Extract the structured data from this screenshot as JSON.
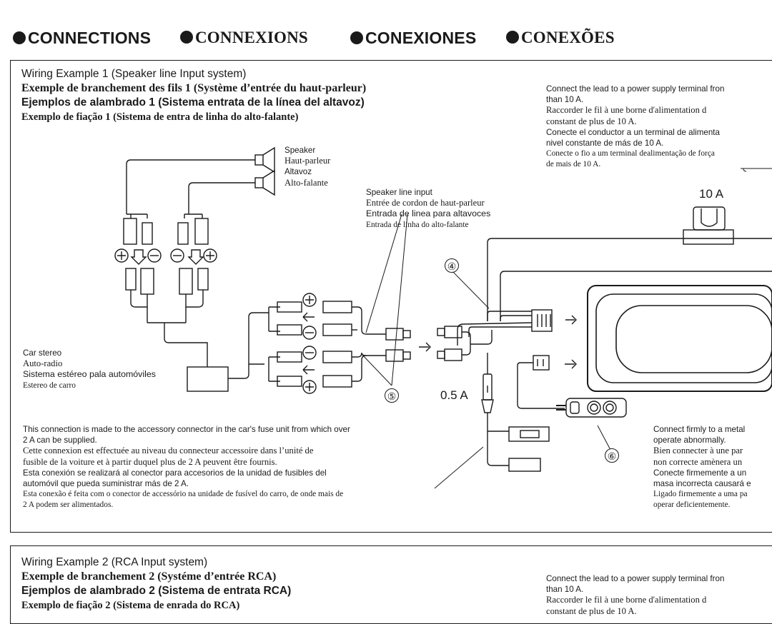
{
  "headings": [
    "CONNECTIONS",
    "CONNEXIONS",
    "CONEXIONES",
    "CONEXÕES"
  ],
  "example1": {
    "titles": [
      "Wiring Example 1 (Speaker line Input system)",
      "Exemple de branchement des fils 1 (Système d’entrée du haut-parleur)",
      "Ejemplos de alambrado 1 (Sistema entrata de la línea del altavoz)",
      "Exemplo de fiação 1 (Sistema de entra de linha do alto-falante)"
    ],
    "speaker_labels": [
      "Speaker",
      "Haut-parleur",
      "Altavoz",
      "Alto-falante"
    ],
    "speaker_line_input": [
      "Speaker line input",
      "Entrée de cordon de haut-parleur",
      "Entrada de linea para altavoces",
      "Entrada de linha do alto-falante"
    ],
    "car_stereo": [
      "Car stereo",
      "Auto-radio",
      "Sistema estéreo pala automóviles",
      "Estereo de carro"
    ],
    "power_note": [
      "Connect the lead to a power supply terminal fron",
      "than 10 A.",
      "Raccorder le fil à une borne d'alimentation d",
      "constant de plus de 10 A.",
      "Conecte el conductor a un terminal de alimenta",
      "nivel constante de más de 10 A.",
      "Conecte o fio a um terminal dealimentação de força",
      "de mais de 10 A."
    ],
    "fuse_10a": "10 A",
    "fuse_05a": "0.5 A",
    "accessory_note": [
      "This connection is made to the accessory  connector in the car's fuse unit from which over",
      "2 A can be supplied.",
      "Cette connexion est effectuée au niveau du connecteur accessoire dans l’unité de",
      "fusible de la voiture et à partir duquel plus de 2 A peuvent être fournis.",
      "Esta conexión se realizará al conector para accesorios de la unidad de fusibles del",
      "automóvil que pueda suministrar más de 2 A.",
      "Esta conexão é feita com o conector de accessório na unidade de fusível do carro, de onde mais de",
      "2 A podem ser alimentados."
    ],
    "ground_note": [
      "Connect firmly to a metal",
      "operate abnormally.",
      "Bien connecter à une par",
      "non correcte amènera un",
      "Conecte firmemente a un",
      "masa incorrecta causará e",
      "Ligado firmemente a uma pa",
      "operar deficientemente."
    ],
    "callouts": [
      "④",
      "⑤",
      "⑥"
    ]
  },
  "example2": {
    "titles": [
      "Wiring Example 2 (RCA  Input system)",
      "Exemple de branchement 2 (Systéme d’entrée  RCA)",
      "Ejemplos de alambrado 2 (Sistema de entrata   RCA)",
      "Exemplo de fiação 2 (Sistema de enrada  do  RCA)"
    ],
    "power_note": [
      "Connect the lead to a power supply terminal fron",
      "than 10 A.",
      "Raccorder le fil à une borne d'alimentation d",
      "constant de plus de 10 A."
    ]
  }
}
